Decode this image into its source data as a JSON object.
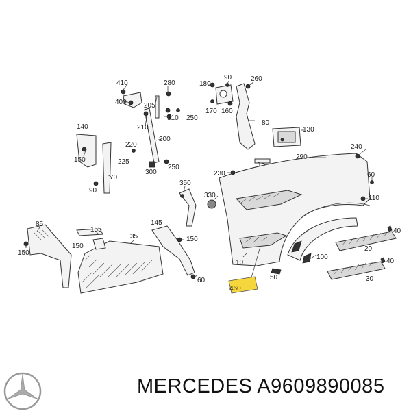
{
  "labels": [
    {
      "id": "l410",
      "text": "410"
    },
    {
      "id": "l400",
      "text": "400"
    },
    {
      "id": "l280",
      "text": "280"
    },
    {
      "id": "l205",
      "text": "205"
    },
    {
      "id": "l210",
      "text": "210"
    },
    {
      "id": "l310",
      "text": "310"
    },
    {
      "id": "l250a",
      "text": "250"
    },
    {
      "id": "l200",
      "text": "200"
    },
    {
      "id": "l220",
      "text": "220"
    },
    {
      "id": "l225",
      "text": "225"
    },
    {
      "id": "l300",
      "text": "300"
    },
    {
      "id": "l250b",
      "text": "250"
    },
    {
      "id": "l180",
      "text": "180"
    },
    {
      "id": "l90a",
      "text": "90"
    },
    {
      "id": "l260",
      "text": "260"
    },
    {
      "id": "l170",
      "text": "170"
    },
    {
      "id": "l160",
      "text": "160"
    },
    {
      "id": "l80",
      "text": "80"
    },
    {
      "id": "l130",
      "text": "130"
    },
    {
      "id": "l140",
      "text": "140"
    },
    {
      "id": "l150a",
      "text": "150"
    },
    {
      "id": "l90b",
      "text": "90"
    },
    {
      "id": "l70",
      "text": "70"
    },
    {
      "id": "l240",
      "text": "240"
    },
    {
      "id": "l290",
      "text": "290"
    },
    {
      "id": "l15",
      "text": "15"
    },
    {
      "id": "l230",
      "text": "230"
    },
    {
      "id": "l60a",
      "text": "60"
    },
    {
      "id": "l350",
      "text": "350"
    },
    {
      "id": "l330",
      "text": "330"
    },
    {
      "id": "l110",
      "text": "110"
    },
    {
      "id": "l85",
      "text": "85"
    },
    {
      "id": "l155",
      "text": "155"
    },
    {
      "id": "l145",
      "text": "145"
    },
    {
      "id": "l150b",
      "text": "150"
    },
    {
      "id": "l35",
      "text": "35"
    },
    {
      "id": "l150c",
      "text": "150"
    },
    {
      "id": "l150d",
      "text": "150"
    },
    {
      "id": "l60b",
      "text": "60"
    },
    {
      "id": "l10",
      "text": "10"
    },
    {
      "id": "l50",
      "text": "50"
    },
    {
      "id": "l460",
      "text": "460"
    },
    {
      "id": "l100",
      "text": "100"
    },
    {
      "id": "l40a",
      "text": "40"
    },
    {
      "id": "l20",
      "text": "20"
    },
    {
      "id": "l40b",
      "text": "40"
    },
    {
      "id": "l30",
      "text": "30"
    }
  ],
  "footer": {
    "text": "MERCEDES A9609890085",
    "logo_icon": "mercedes-star-icon"
  },
  "highlight_color": "#f5d63d"
}
